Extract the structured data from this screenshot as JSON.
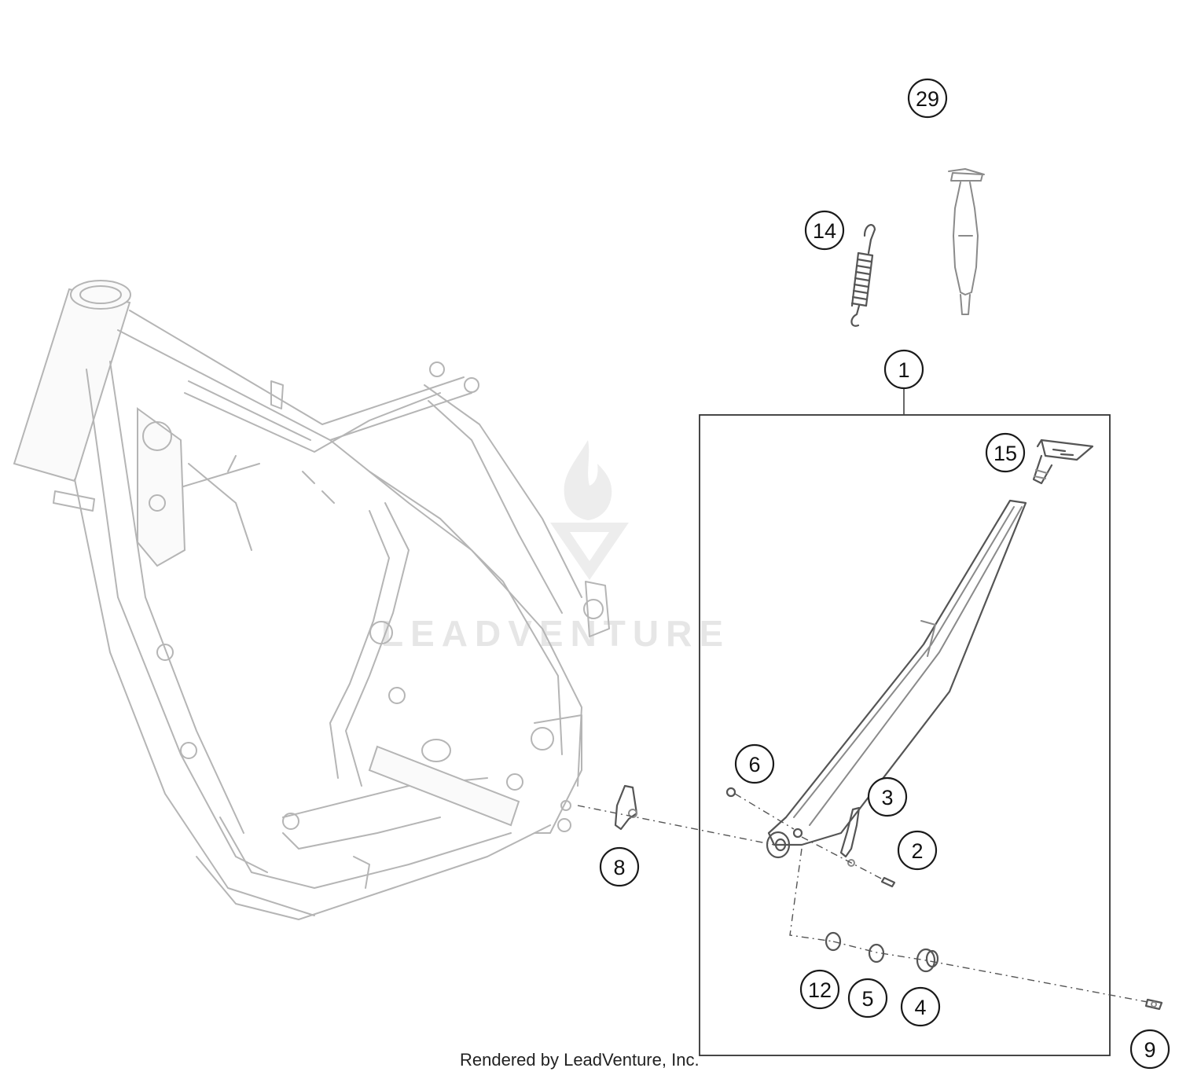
{
  "callouts": {
    "c29": "29",
    "c14": "14",
    "c1": "1",
    "c15": "15",
    "c6": "6",
    "c3": "3",
    "c2": "2",
    "c8": "8",
    "c12": "12",
    "c5": "5",
    "c4": "4",
    "c9": "9"
  },
  "watermark": {
    "text": "LEADVENTURE"
  },
  "credit": "Rendered by LeadVenture, Inc."
}
